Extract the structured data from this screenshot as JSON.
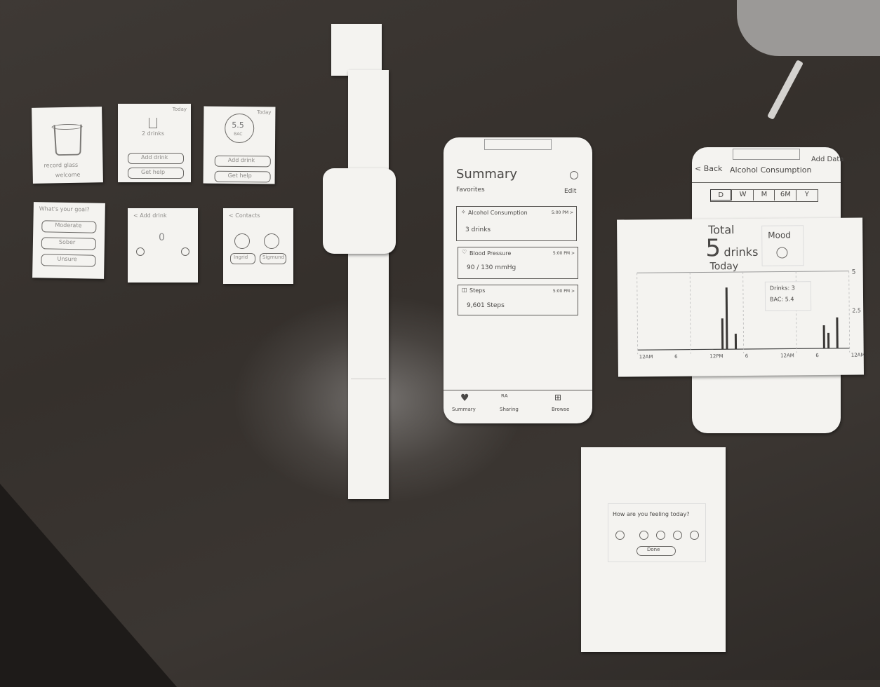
{
  "watch_cards": [
    {
      "name": "drink-tracker-card",
      "lines": [
        "record glass",
        "welcome"
      ]
    },
    {
      "name": "drinks-today-card",
      "corner": "Today",
      "count": "2 drinks",
      "buttons": [
        "Add drink",
        "Get help"
      ]
    },
    {
      "name": "bac-card",
      "corner": "Today",
      "value": "5.5",
      "unit": "BAC",
      "buttons": [
        "Add drink",
        "Get help"
      ]
    },
    {
      "name": "goal-card",
      "title": "What's your goal?",
      "options": [
        "Moderate",
        "Sober",
        "Unsure"
      ]
    },
    {
      "name": "add-drink-card",
      "title": "< Add drink",
      "count": "0"
    },
    {
      "name": "contacts-card",
      "title": "< Contacts",
      "contacts": [
        "Ingrid",
        "Sigmund"
      ]
    }
  ],
  "summary_phone": {
    "title": "Summary",
    "favorites_label": "Favorites",
    "edit_label": "Edit",
    "cards": [
      {
        "icon": "sparkle-icon",
        "title": "Alcohol Consumption",
        "time": "5:00 PM >",
        "value": "3 drinks"
      },
      {
        "icon": "heart-icon",
        "title": "Blood Pressure",
        "time": "5:00 PM >",
        "value": "90 / 130 mmHg"
      },
      {
        "icon": "shoe-icon",
        "title": "Steps",
        "time": "5:00 PM >",
        "value": "9,601 Steps"
      }
    ],
    "tabs": [
      {
        "icon": "heart-icon",
        "label": "Summary"
      },
      {
        "icon": "people-icon",
        "label": "Sharing"
      },
      {
        "icon": "grid-icon",
        "label": "Browse"
      }
    ]
  },
  "detail_phone": {
    "back_label": "< Back",
    "title": "Alcohol Consumption",
    "add_label": "Add Data",
    "periods": [
      "D",
      "W",
      "M",
      "6M",
      "Y"
    ],
    "total_label": "Total",
    "total_value": "5",
    "total_unit": "drinks",
    "today_label": "Today",
    "mood_label": "Mood",
    "tooltip_drinks": "Drinks: 3",
    "tooltip_bac": "BAC: 5.4",
    "y_tick_top": "5",
    "y_tick_mid": "2.5",
    "x_ticks": [
      "12AM",
      "6",
      "12PM",
      "6",
      "12AM",
      "6",
      "12AM"
    ]
  },
  "chart_data": {
    "type": "bar",
    "x": [
      9.5,
      10,
      11,
      21,
      21.5,
      22.5
    ],
    "values": [
      2,
      4,
      1,
      1.5,
      1,
      2
    ],
    "ylim": [
      0,
      5
    ],
    "xlabel": "",
    "ylabel": ""
  },
  "mood_card": {
    "question": "How are you feeling today?",
    "faces": [
      "very-sad-face-icon",
      "sad-face-icon",
      "neutral-face-icon",
      "happy-face-icon",
      "very-happy-face-icon"
    ],
    "done_label": "Done"
  },
  "colors": {
    "table": "#3a3531",
    "paper": "#f4f3f0",
    "ink": "#4a4846"
  }
}
